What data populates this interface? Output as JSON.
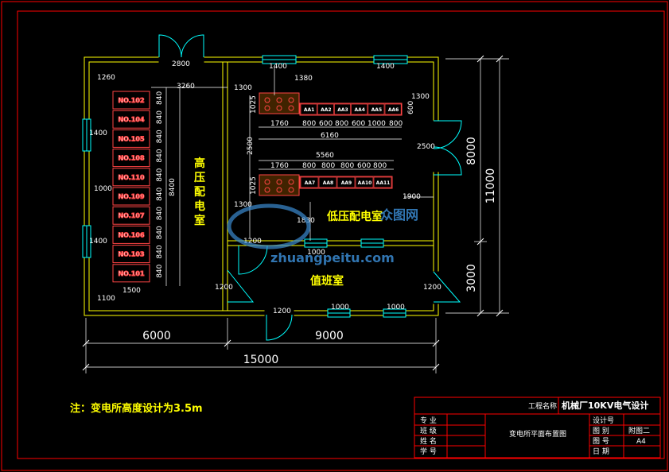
{
  "rooms": {
    "high_voltage": [
      "高",
      "压",
      "配",
      "电",
      "室"
    ],
    "low_voltage": "低压配电室",
    "duty": "值班室"
  },
  "hv_cabinets": [
    "NO.102",
    "NO.104",
    "NO.105",
    "NO.108",
    "NO.110",
    "NO.109",
    "NO.107",
    "NO.106",
    "NO.103",
    "NO.101"
  ],
  "lv_row1": [
    "AA1",
    "AA2",
    "AA3",
    "AA4",
    "AA5",
    "AA6"
  ],
  "lv_row2": [
    "AA7",
    "AA8",
    "AA9",
    "AA10",
    "AA11"
  ],
  "dims": {
    "d2800": "2800",
    "d1260": "1260",
    "d3260": "3260",
    "d1400a": "1400",
    "d1400b": "1400",
    "d1300a": "1300",
    "d1380": "1380",
    "d1025a": "1025",
    "d1760a": "1760",
    "r1_800a": "800",
    "r1_600a": "600",
    "r1_800b": "800",
    "r1_600b": "600",
    "r1_1000": "1000",
    "r1_800c": "800",
    "d1300b": "1300",
    "d600": "600",
    "d2500a": "2500",
    "d6160": "6160",
    "d5560": "5560",
    "d1760b": "1760",
    "r2_800a": "800",
    "r2_800b": "800",
    "r2_800c": "800",
    "r2_600": "600",
    "r2_800d": "800",
    "d1025b": "1025",
    "d1900": "1900",
    "d2500b": "2500",
    "d1300c": "1300",
    "d1830": "1830",
    "d1200a": "1200",
    "d1000a": "1000",
    "d1200b": "1200",
    "d1200c": "1200",
    "d1400c": "1400",
    "d1000b": "1000",
    "d1400d": "1400",
    "d840": "840",
    "d8400": "8400",
    "d1100": "1100",
    "d1500": "1500",
    "d1200d": "1200",
    "d1000c": "1000",
    "d1000d": "1000",
    "d8000": "8000",
    "d11000": "11000",
    "d3000": "3000",
    "d6000": "6000",
    "d9000": "9000",
    "d15000": "15000"
  },
  "note": "注：变电所高度设计为3.5m",
  "watermark": {
    "cn": "众图网",
    "url": "zhuangpeitu.com"
  },
  "title_block": {
    "project_label": "工程名称",
    "project_name": "机械厂10KV电气设计",
    "rows_left": [
      "专 业",
      "班 级",
      "姓 名",
      "学 号"
    ],
    "drawing_title": "变电所平面布置图",
    "design_no": "设计号",
    "fig_name_label": "图 别",
    "fig_name_value": "附图二",
    "fig_no_label": "图 号",
    "fig_no_value": "A4",
    "date_label": "日 期"
  },
  "colors": {
    "wall": "#ffff00",
    "border": "#ff0000",
    "dim": "#ffffff",
    "door": "#00ffff",
    "cabinet": "#ff4444",
    "frame": "#ff0000"
  }
}
